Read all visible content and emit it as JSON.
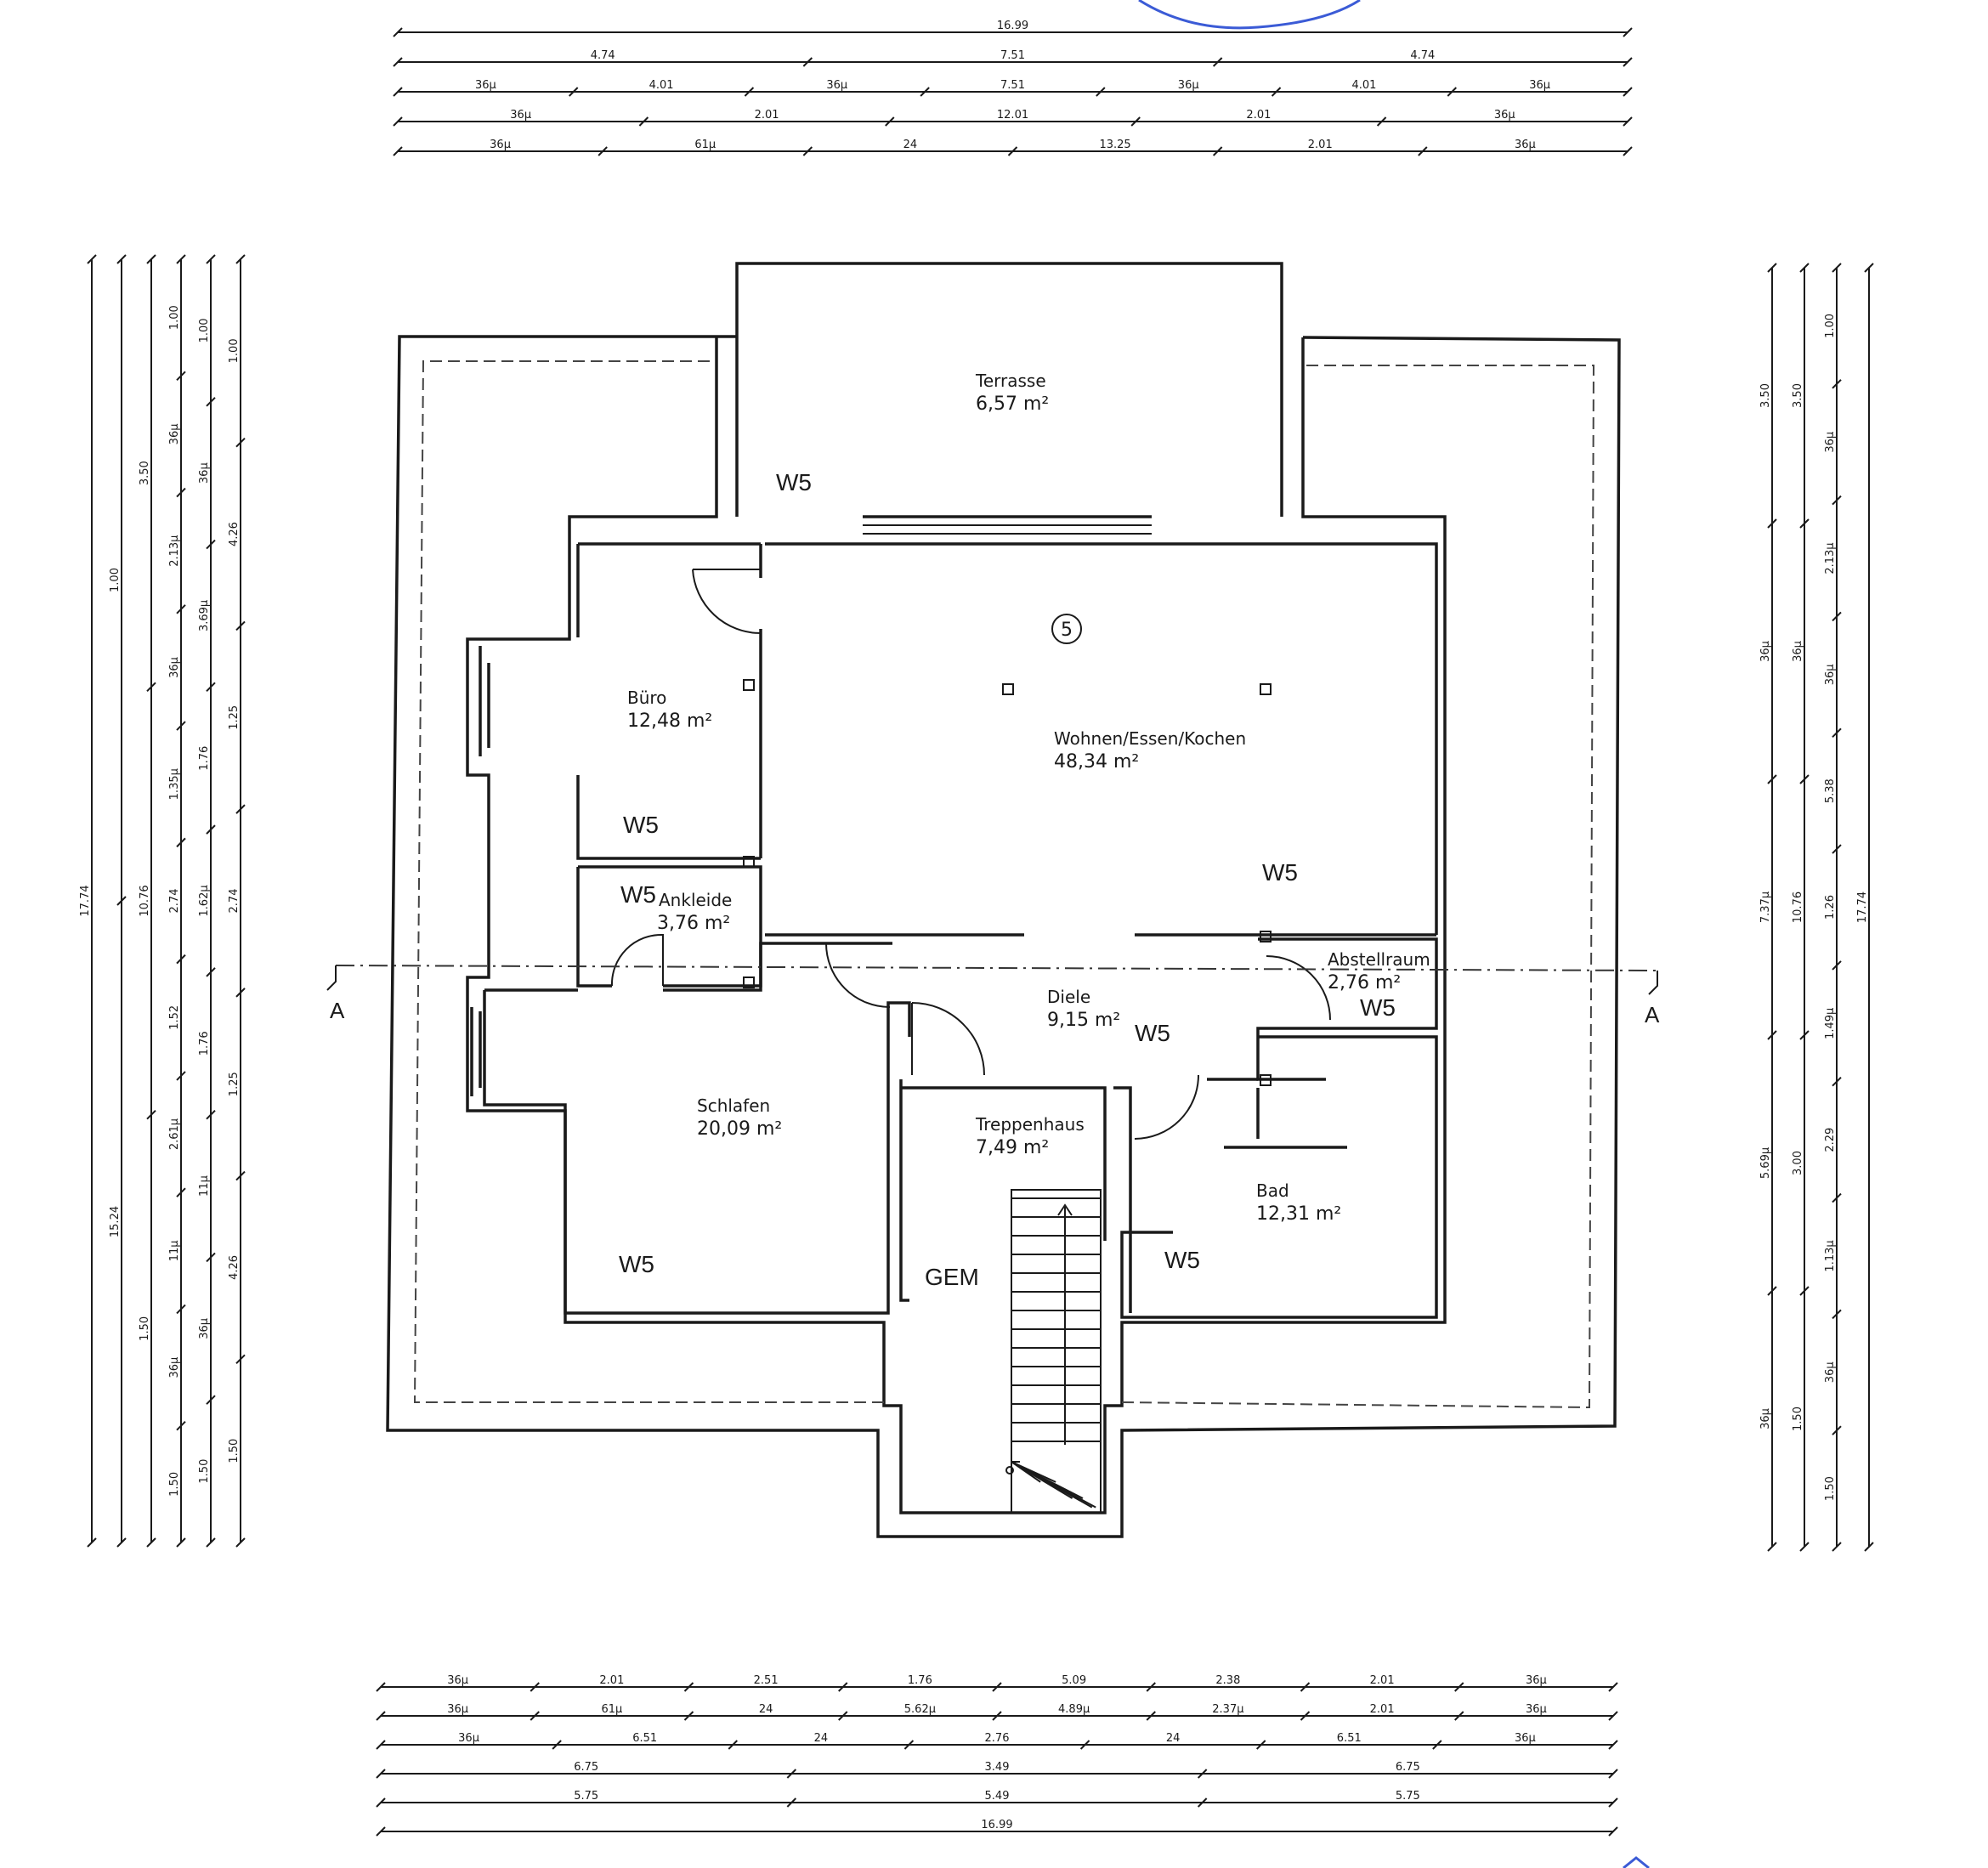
{
  "plan": {
    "rooms": [
      {
        "name": "Terrasse",
        "area": "6,57 m²"
      },
      {
        "name": "Büro",
        "area": "12,48 m²"
      },
      {
        "name": "Wohnen/Essen/Kochen",
        "area": "48,34 m²"
      },
      {
        "name": "Ankleide",
        "area": "3,76 m²"
      },
      {
        "name": "Diele",
        "area": "9,15 m²"
      },
      {
        "name": "Abstellraum",
        "area": "2,76 m²"
      },
      {
        "name": "Schlafen",
        "area": "20,09 m²"
      },
      {
        "name": "Treppenhaus",
        "area": "7,49 m²"
      },
      {
        "name": "Bad",
        "area": "12,31 m²"
      }
    ],
    "wall_tag": "W5",
    "gem_label": "GEM",
    "level_number": "5",
    "section_label": "A"
  },
  "dimensions": {
    "top": [
      [
        "16.99"
      ],
      [
        "4.74",
        "7.51",
        "4.74"
      ],
      [
        "36µ",
        "4.01",
        "36µ",
        "7.51",
        "36µ",
        "4.01",
        "36µ"
      ],
      [
        "36µ",
        "2.01",
        "12.01",
        "2.01",
        "36µ"
      ],
      [
        "36µ",
        "61µ",
        "24",
        "13.25",
        "2.01",
        "36µ"
      ]
    ],
    "bottom": [
      [
        "36µ",
        "2.01",
        "2.51",
        "1.76",
        "5.09",
        "2.38",
        "2.01",
        "36µ"
      ],
      [
        "36µ",
        "61µ",
        "24",
        "5.62µ",
        "4.89µ",
        "2.37µ",
        "2.01",
        "36µ"
      ],
      [
        "36µ",
        "6.51",
        "24",
        "2.76",
        "24",
        "6.51",
        "36µ"
      ],
      [
        "6.75",
        "3.49",
        "6.75"
      ],
      [
        "5.75",
        "5.49",
        "5.75"
      ],
      [
        "16.99"
      ]
    ],
    "left": [
      [
        "17.74"
      ],
      [
        "1.00",
        "15.24"
      ],
      [
        "3.50",
        "10.76",
        "1.50"
      ],
      [
        "1.00",
        "36µ",
        "2.13µ",
        "36µ",
        "1.35µ",
        "2.74",
        "1.52",
        "2.61µ",
        "11µ",
        "36µ",
        "1.50"
      ],
      [
        "1.00",
        "36µ",
        "3.69µ",
        "1.76",
        "1.62µ",
        "1.76",
        "11µ",
        "36µ",
        "1.50"
      ],
      [
        "1.00",
        "4.26",
        "1.25",
        "2.74",
        "1.25",
        "4.26",
        "1.50"
      ]
    ],
    "right": [
      [
        "3.50",
        "36µ",
        "7.37µ",
        "5.69µ",
        "36µ"
      ],
      [
        "3.50",
        "36µ",
        "10.76",
        "3.00",
        "1.50"
      ],
      [
        "1.00",
        "36µ",
        "2.13µ",
        "36µ",
        "5.38",
        "1.26",
        "1.49µ",
        "2.29",
        "1.13µ",
        "36µ",
        "1.50"
      ],
      [
        "17.74"
      ]
    ]
  }
}
